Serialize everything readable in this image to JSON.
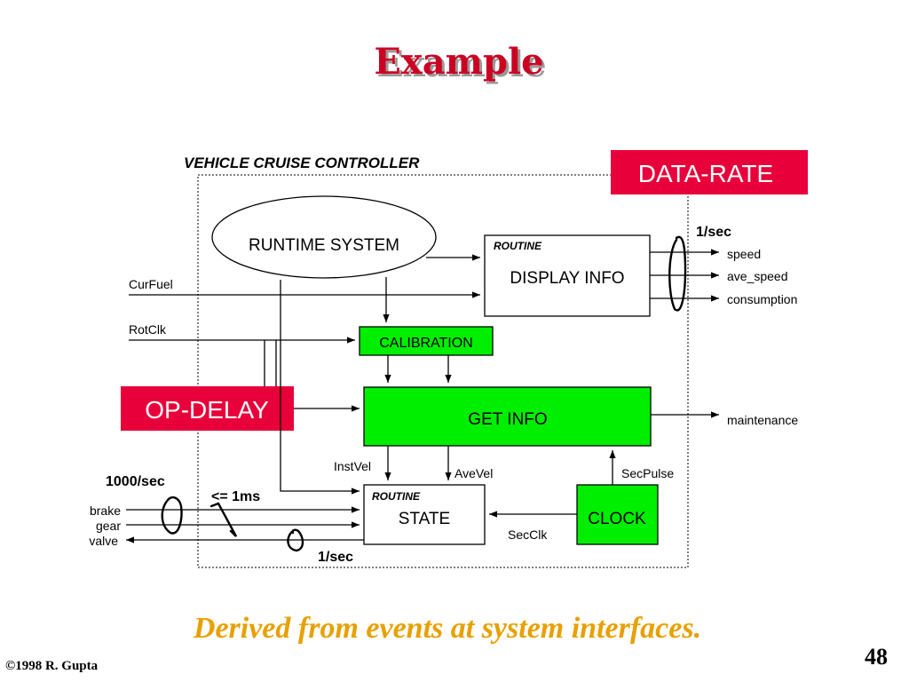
{
  "slide": {
    "title": "Example",
    "caption": "Derived from events at system interfaces.",
    "copyright": "©1998 R. Gupta",
    "page_number": "48"
  },
  "diagram": {
    "system_label": "VEHICLE CRUISE CONTROLLER",
    "badges": {
      "data_rate": "DATA-RATE",
      "op_delay": "OP-DELAY"
    },
    "nodes": {
      "runtime_system": "RUNTIME SYSTEM",
      "display_info": "DISPLAY INFO",
      "display_info_tag": "ROUTINE",
      "calibration": "CALIBRATION",
      "get_info": "GET INFO",
      "state": "STATE",
      "state_tag": "ROUTINE",
      "clock": "CLOCK"
    },
    "inputs": {
      "curfuel": "CurFuel",
      "rotclk": "RotClk"
    },
    "outputs": {
      "speed": "speed",
      "ave_speed": "ave_speed",
      "consumption": "consumption",
      "maintenance": "maintenance"
    },
    "signals": {
      "instvel": "InstVel",
      "avevel": "AveVel",
      "secpulse": "SecPulse",
      "secclk": "SecClk"
    },
    "io_left": {
      "brake": "brake",
      "gear": "gear",
      "valve": "valve"
    },
    "annotations": {
      "rate_display": "1/sec",
      "rate_brake": "1000/sec",
      "delay_state": "<= 1ms",
      "rate_valve": "1/sec"
    },
    "colors": {
      "badge_red": "#e8003a",
      "block_green": "#00ee00",
      "title_red": "#cc0022",
      "caption_orange": "#e8a000"
    }
  }
}
